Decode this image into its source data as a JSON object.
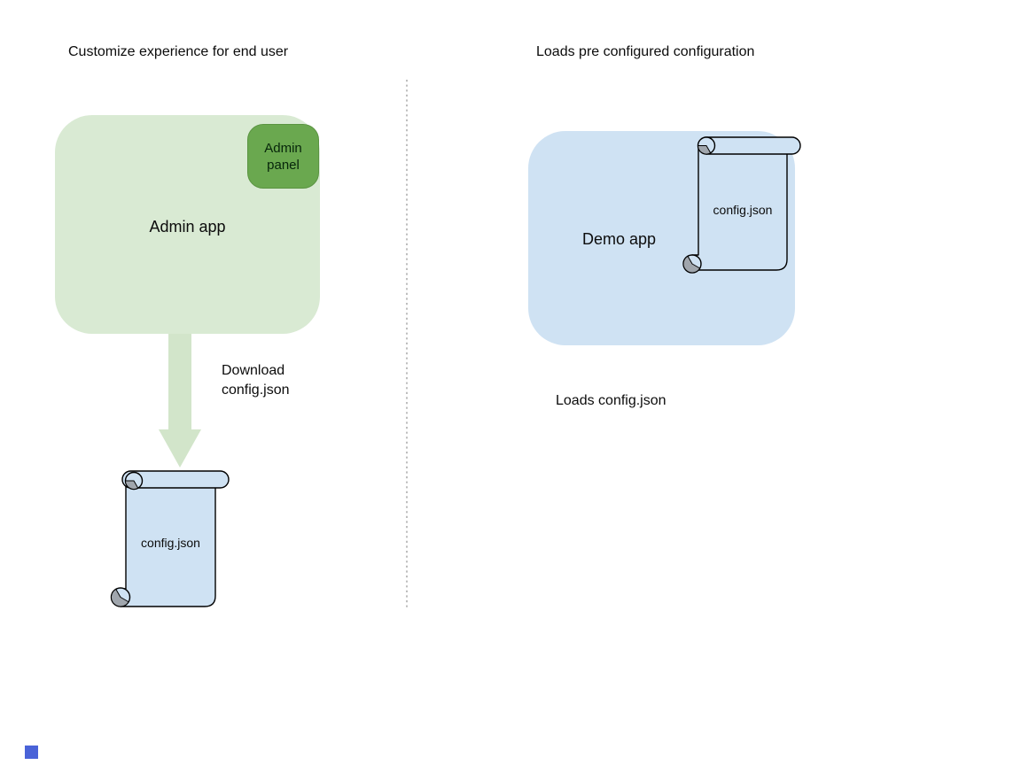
{
  "diagram": {
    "left": {
      "title": "Customize experience for end user",
      "admin_app_label": "Admin app",
      "admin_panel_label": "Admin panel",
      "arrow_caption": "Download\nconfig.json",
      "config_file_label": "config.json"
    },
    "right": {
      "title": "Loads pre configured configuration",
      "demo_app_label": "Demo app",
      "config_file_label": "config.json",
      "caption": "Loads config.json"
    },
    "icons": {
      "down_arrow": "download-arrow-icon",
      "scroll_left": "config-file-scroll-icon",
      "scroll_right": "config-file-scroll-icon"
    },
    "colors": {
      "app_green": "#d9ead3",
      "panel_green": "#6aa84f",
      "arrow_green": "#d2e5ca",
      "file_blue": "#cfe2f3",
      "roll_gray": "#a0a6ad",
      "divider_gray": "#9b9b9b",
      "marker_blue": "#4a63d8"
    }
  }
}
